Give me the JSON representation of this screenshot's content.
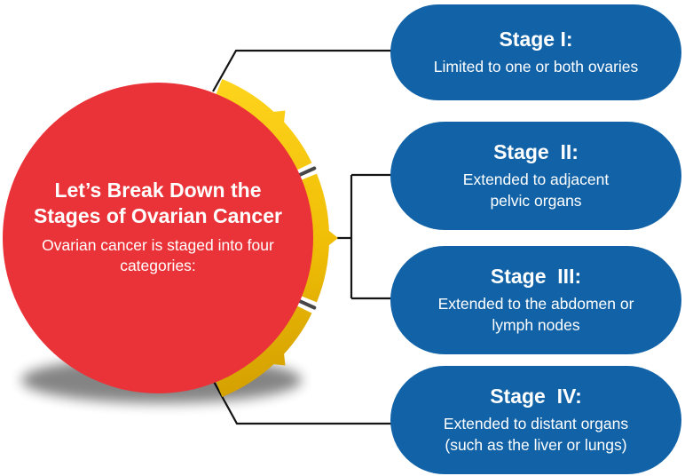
{
  "diagram": {
    "center": {
      "title_line1": "Let’s Break Down the",
      "title_line2": "Stages of Ovarian Cancer",
      "subtitle_line1": "Ovarian cancer is staged into four",
      "subtitle_line2": "categories:"
    },
    "stages": [
      {
        "label": "Stage I:",
        "desc_line1": "Limited to one or both ovaries",
        "desc_line2": ""
      },
      {
        "label": "Stage  II:",
        "desc_line1": "Extended to adjacent",
        "desc_line2": "pelvic organs"
      },
      {
        "label": "Stage  III:",
        "desc_line1": "Extended to the abdomen or",
        "desc_line2": "lymph nodes"
      },
      {
        "label": "Stage  IV:",
        "desc_line1": "Extended to distant organs",
        "desc_line2": "(such as the liver or lungs)"
      }
    ],
    "colors": {
      "circle_red": "#EA3338",
      "ring_yellow": "#F6C70E",
      "ring_yellow_dark": "#CE9B00",
      "pill_blue": "#1162A7",
      "connector_line": "#141414",
      "text": "#FFFFFF"
    }
  }
}
